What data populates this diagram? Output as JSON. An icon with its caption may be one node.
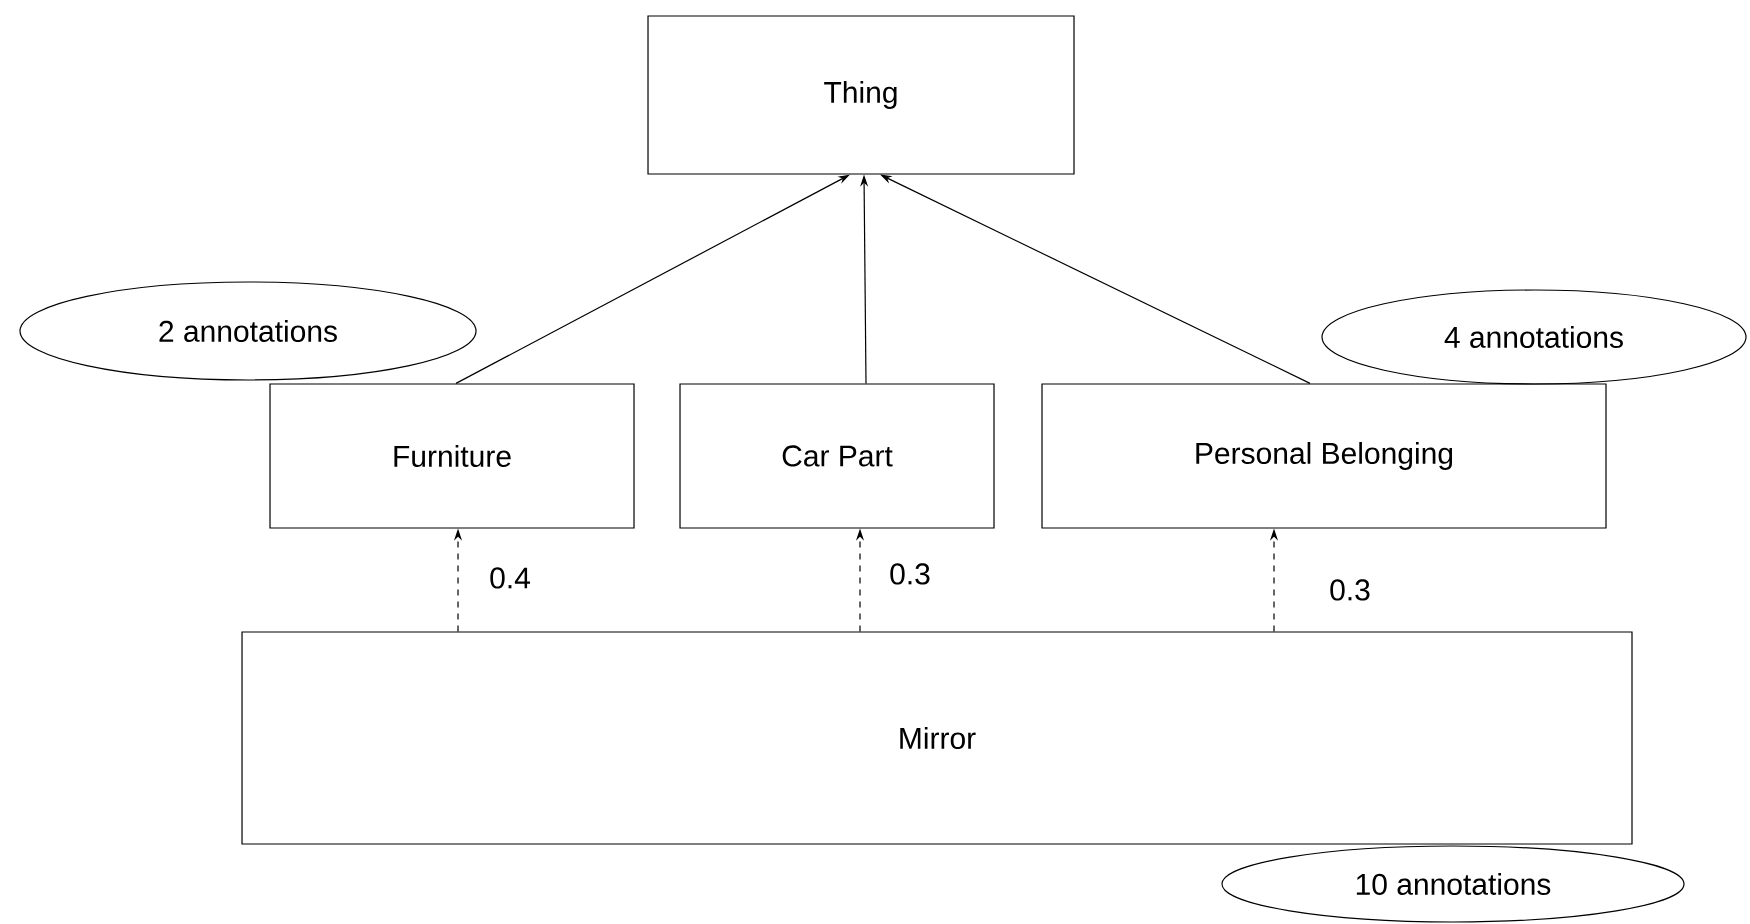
{
  "diagram": {
    "nodes": [
      {
        "text": [
          "Thing"
        ]
      },
      {
        "text": [
          "Furniture"
        ]
      },
      {
        "text": [
          "Car Part"
        ]
      },
      {
        "text": [
          "Personal Belonging"
        ]
      },
      {
        "text": [
          "Mirror"
        ]
      },
      {
        "text": [
          "2 annotations"
        ]
      },
      {
        "text": [
          "4 annotations"
        ]
      },
      {
        "text": [
          "10 annotations"
        ]
      }
    ],
    "edges": [
      {
        "from": 1,
        "to": 0,
        "arrow": "to"
      },
      {
        "from": 2,
        "to": 0,
        "arrow": "to"
      },
      {
        "from": 3,
        "to": 0,
        "arrow": "to"
      },
      {
        "from": 4,
        "to": 1,
        "arrow": "to",
        "style": "dashed",
        "label": "0.4"
      },
      {
        "from": 4,
        "to": 2,
        "arrow": "to",
        "style": "dashed",
        "label": "0.3"
      },
      {
        "from": 4,
        "to": 3,
        "arrow": "to",
        "style": "dashed",
        "label": "0.3"
      }
    ]
  }
}
